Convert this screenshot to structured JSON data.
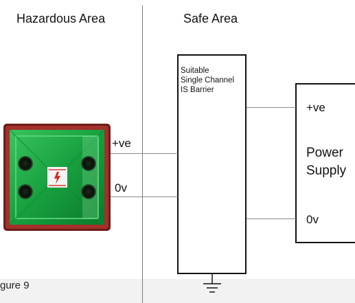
{
  "areas": {
    "hazardous": "Hazardous Area",
    "safe": "Safe Area"
  },
  "barrier": {
    "line1": "Suitable",
    "line2": "Single Channel",
    "line3": "IS Barrier"
  },
  "beacon": {
    "pos_label": "+ve",
    "neg_label": "0v",
    "icon": "green-square-beacon-icon",
    "badge": "red-warning-label-icon"
  },
  "power_supply": {
    "pos_label": "+ve",
    "title_line1": "Power",
    "title_line2": "Supply",
    "neg_label": "0v"
  },
  "ground": {
    "icon": "ground-symbol-icon"
  },
  "caption": "gure 9",
  "colors": {
    "beacon_green": "#1fa84a",
    "beacon_frame": "#9b2a25",
    "line": "#8a8a8a",
    "footer": "#f2f2f2"
  }
}
